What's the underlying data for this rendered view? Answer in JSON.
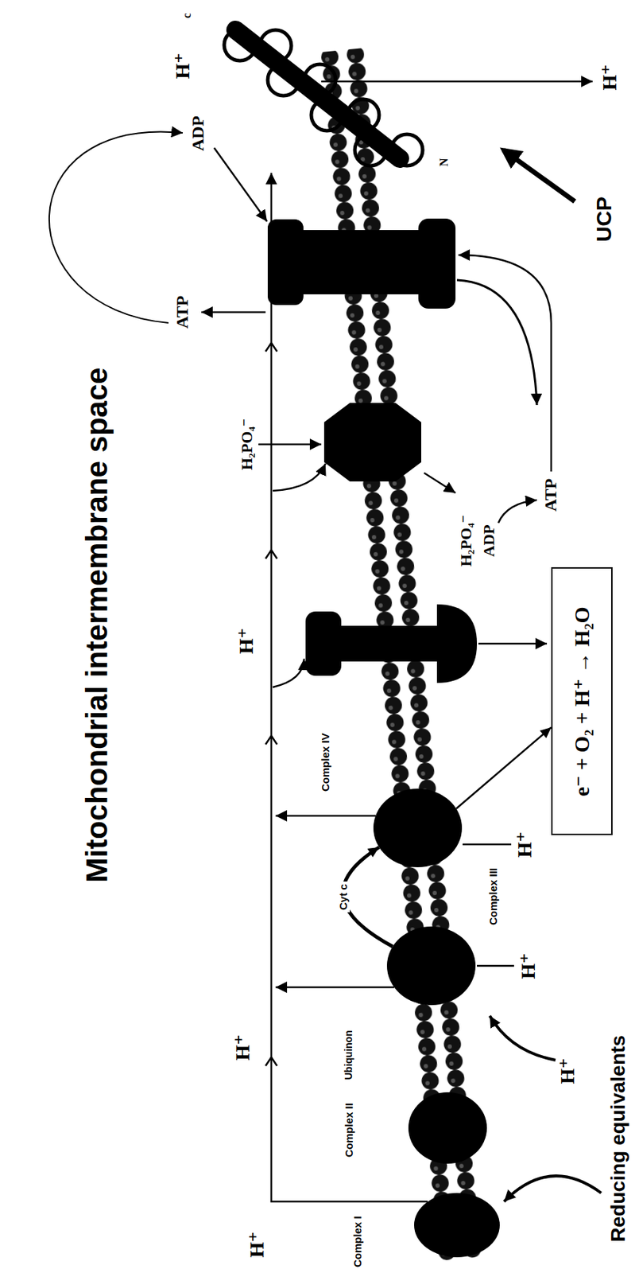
{
  "diagram": {
    "title": "Mitochondrial intermembrane space",
    "nodes": [
      {
        "text": [
          "Complex I"
        ]
      },
      {
        "text": [
          "Complex II"
        ]
      },
      {
        "text": [
          "Complex III"
        ]
      },
      {
        "text": [
          "Complex IV"
        ]
      },
      {
        "text": [
          "e⁻ + O₂ + H⁺ → H₂O"
        ]
      }
    ],
    "edges": [
      {
        "from": 2,
        "to": 3,
        "label": "Cyt c",
        "arrow": "to"
      },
      {
        "from": 3,
        "to": 4,
        "arrow": "to"
      }
    ],
    "labels": [
      "c",
      "H⁺",
      "N",
      "UCP",
      "H⁺",
      "ADP",
      "ATP",
      "H₂PO₄⁻",
      "H⁺",
      "ATP",
      "H₂PO₄⁻",
      "ADP",
      "H⁺",
      "H⁺",
      "H⁺",
      "H⁺",
      "H⁺",
      "Ubiquinon",
      "Reducing equivalents"
    ]
  }
}
